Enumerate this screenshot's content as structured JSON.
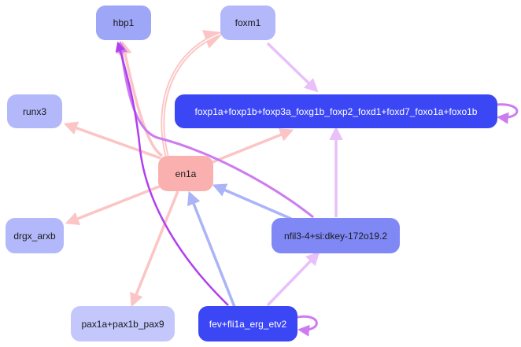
{
  "nodes": {
    "hbp1": {
      "label": "hbp1",
      "color": "#9ea6f8"
    },
    "foxm1": {
      "label": "foxm1",
      "color": "#b3b8fb"
    },
    "foxp": {
      "label": "foxp1a+foxp1b+foxp3a_foxg1b_foxp2_foxd1+foxd7_foxo1a+foxo1b",
      "color": "#3b46f5"
    },
    "runx3": {
      "label": "runx3",
      "color": "#b3b8fb"
    },
    "en1a": {
      "label": "en1a",
      "color": "#fbb0b0"
    },
    "drgx": {
      "label": "drgx_arxb",
      "color": "#b3b8fb"
    },
    "nfil3": {
      "label": "nfil3-4+si:dkey-172o19.2",
      "color": "#7f88f5"
    },
    "pax1a": {
      "label": "pax1a+pax1b_pax9",
      "color": "#c3c7fb"
    },
    "fev": {
      "label": "fev+fli1a_erg_etv2",
      "color": "#3b46f5"
    }
  },
  "edge_colors": {
    "pink": "#fcc5c5",
    "lavender": "#e8c0fa",
    "purple": "#b040ee",
    "periwinkle": "#aab4f6",
    "violet": "#cc7cf0"
  }
}
